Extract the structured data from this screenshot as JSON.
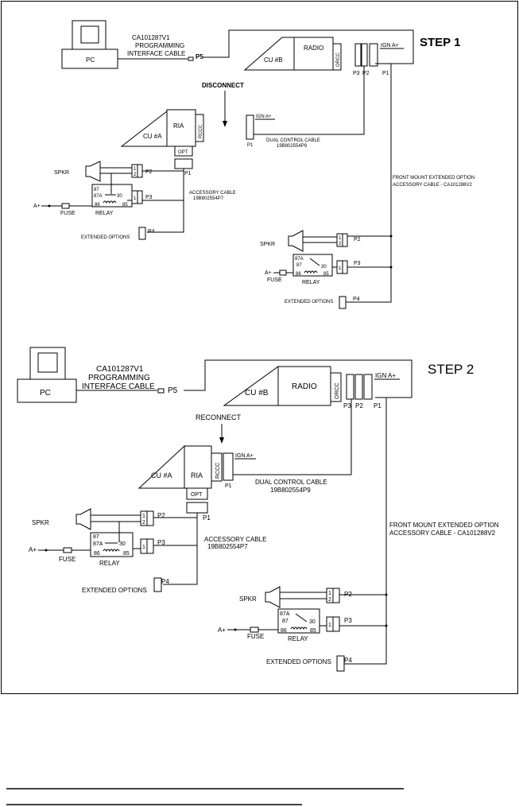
{
  "step1": {
    "title": "STEP 1",
    "pc": "PC",
    "prog_cable": [
      "CA101287V1",
      "PROGRAMMING",
      "INTERFACE CABLE"
    ],
    "p5": "P5",
    "cu_b": "CU #B",
    "radio": "RADIO",
    "orcc": "ORCC",
    "ign": "IGN A+",
    "p3": "P3",
    "p2": "P2",
    "p1": "P1",
    "action": "DISCONNECT",
    "cu_a": "CU #A",
    "ria": "RIA",
    "rccc": "RCCC",
    "opt": "OPT",
    "ign2": "IGN A+",
    "p1b": "P1",
    "dual_cable": [
      "DUAL CONTROL CABLE",
      "19B802554P9"
    ],
    "front_mount": [
      "FRONT MOUNT EXTENDED OPTION",
      "ACCESSORY CABLE - CA101288V2"
    ],
    "left_acc": {
      "spkr": "SPKR",
      "p1": "P1",
      "p2": "P2",
      "p3": "P3",
      "p4": "P4",
      "pin1": "1",
      "pin2": "2",
      "pin1b": "1",
      "relay": "RELAY",
      "r87": "87",
      "r87a": "87A",
      "r30": "30",
      "r86": "86",
      "r85": "85",
      "a_plus": "A+",
      "fuse": "FUSE",
      "acc_cable": [
        "ACCESSORY CABLE",
        "19B802554P7"
      ],
      "ext": "EXTENDED OPTIONS"
    },
    "right_acc": {
      "spkr": "SPKR",
      "p2": "P2",
      "p3": "P3",
      "p4": "P4",
      "pin1": "1",
      "pin2": "2",
      "pin1b": "1",
      "relay": "RELAY",
      "r87": "87",
      "r87a": "87A",
      "r30": "30",
      "r86": "86",
      "r85": "85",
      "a_plus": "A+",
      "fuse": "FUSE",
      "ext": "EXTENDED OPTIONS"
    }
  },
  "step2": {
    "title": "STEP 2",
    "pc": "PC",
    "prog_cable": [
      "CA101287V1",
      "PROGRAMMING",
      "INTERFACE CABLE"
    ],
    "p5": "P5",
    "cu_b": "CU #B",
    "radio": "RADIO",
    "orcc": "ORCC",
    "ign": "IGN A+",
    "p3": "P3",
    "p2": "P2",
    "p1": "P1",
    "action": "RECONNECT",
    "cu_a": "CU #A",
    "ria": "RIA",
    "rccc": "RCCC",
    "opt": "OPT",
    "ign2": "IGN A+",
    "p1b": "P1",
    "dual_cable": [
      "DUAL CONTROL CABLE",
      "19B802554P9"
    ],
    "front_mount": [
      "FRONT MOUNT EXTENDED OPTION",
      "ACCESSORY CABLE - CA101288V2"
    ],
    "left_acc": {
      "spkr": "SPKR",
      "p1": "P1",
      "p2": "P2",
      "p3": "P3",
      "p4": "P4",
      "pin1": "1",
      "pin2": "2",
      "pin1b": "1",
      "relay": "RELAY",
      "r87": "87",
      "r87a": "87A",
      "r30": "30",
      "r86": "86",
      "r85": "85",
      "a_plus": "A+",
      "fuse": "FUSE",
      "acc_cable": [
        "ACCESSORY CABLE",
        "19B802554P7"
      ],
      "ext": "EXTENDED OPTIONS"
    },
    "right_acc": {
      "spkr": "SPKR",
      "p2": "P2",
      "p3": "P3",
      "p4": "P4",
      "pin1": "1",
      "pin2": "2",
      "pin1b": "1",
      "relay": "RELAY",
      "r87": "87",
      "r87a": "87A",
      "r30": "30",
      "r86": "86",
      "r85": "85",
      "a_plus": "A+",
      "fuse": "FUSE",
      "ext": "EXTENDED OPTIONS"
    }
  }
}
